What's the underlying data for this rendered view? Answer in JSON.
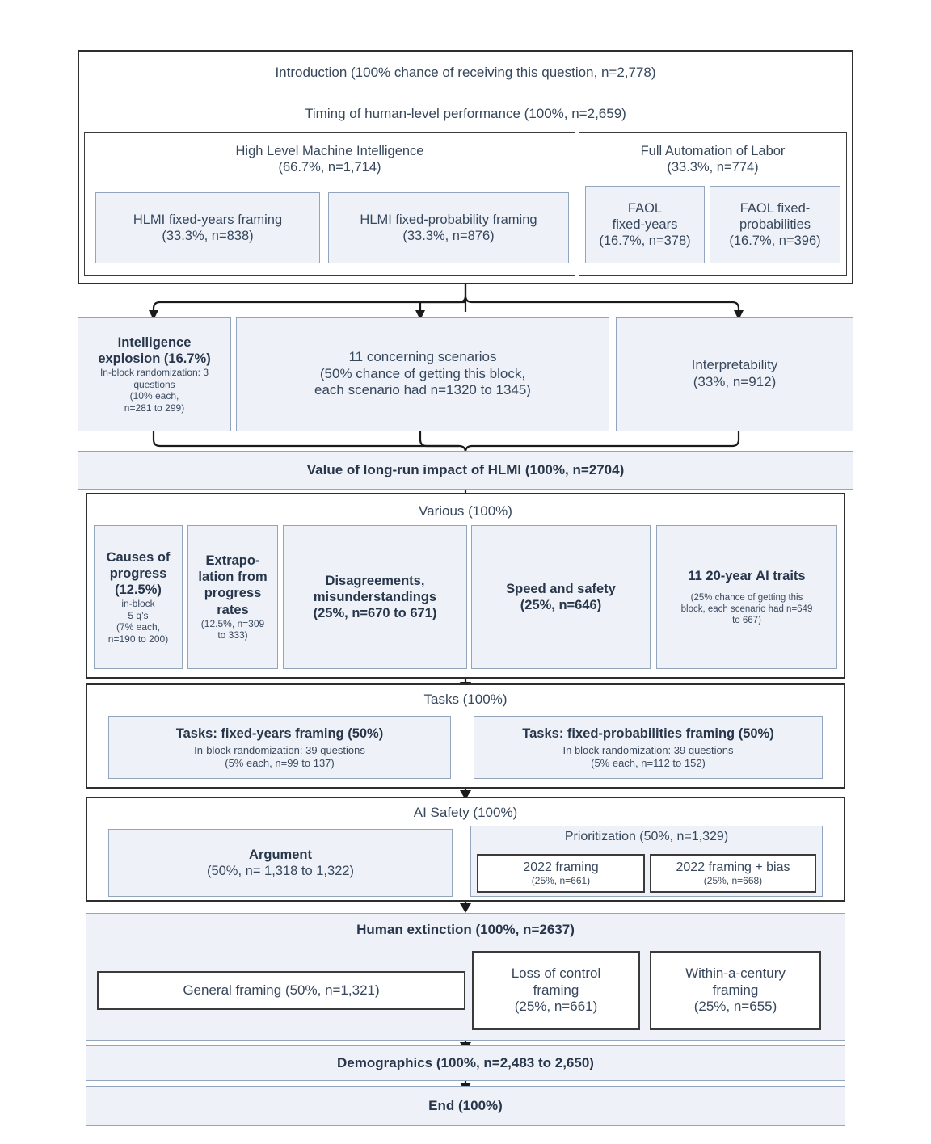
{
  "diagram": {
    "title": "Survey question flow diagram",
    "colors": {
      "leaf_fill": "#eef2f8",
      "leaf_border": "#93a5bd",
      "outer_border": "#2e2e2e",
      "text": "#2b3a4a",
      "connector": "#1a1a1a"
    }
  },
  "intro": {
    "label": "Introduction (100% chance of receiving this question, n=2,778)"
  },
  "timing": {
    "label": "Timing of human-level performance (100%, n=2,659)",
    "hlmi": {
      "line1": "High Level Machine Intelligence",
      "line2": "(66.7%, n=1,714)",
      "children": [
        {
          "line1": "HLMI fixed-years framing",
          "line2": "(33.3%, n=838)"
        },
        {
          "line1": "HLMI fixed-probability framing",
          "line2": "(33.3%, n=876)"
        }
      ]
    },
    "faol": {
      "line1": "Full Automation of Labor",
      "line2": "(33.3%, n=774)",
      "children": [
        {
          "line1": "FAOL",
          "line2": "fixed-years",
          "line3": "(16.7%, n=378)"
        },
        {
          "line1": "FAOL fixed-",
          "line2": "probabilities",
          "line3": "(16.7%, n=396)"
        }
      ]
    }
  },
  "branch_row": [
    {
      "line1": "Intelligence",
      "line2": "explosion (16.7%)",
      "sub1": "In-block randomization: 3",
      "sub2": "questions",
      "sub3": "(10% each,",
      "sub4": "n=281 to 299)"
    },
    {
      "line1": "11 concerning scenarios",
      "line2": "(50% chance of getting this block,",
      "line3": "each scenario had n=1320 to 1345)"
    },
    {
      "line1": "Interpretability",
      "line2": "(33%, n=912)"
    }
  ],
  "value_longrun": {
    "label": "Value of long-run impact of HLMI (100%, n=2704)"
  },
  "various": {
    "label": "Various (100%)",
    "children": [
      {
        "line1": "Causes of",
        "line2": "progress",
        "line3": "(12.5%)",
        "sub1": "in-block",
        "sub2": "5 q’s",
        "sub3": "(7% each,",
        "sub4": "n=190 to 200)"
      },
      {
        "line1": "Extrapo-",
        "line2": "lation from",
        "line3": "progress",
        "line4": "rates",
        "sub1": "(12.5%, n=309",
        "sub2": "to 333)"
      },
      {
        "line1": "Disagreements,",
        "line2": "misunderstandings",
        "line3": "(25%, n=670 to 671)"
      },
      {
        "line1": "Speed and safety",
        "line2": "(25%, n=646)"
      },
      {
        "line1": "11 20-year AI traits",
        "sub1": "(25% chance of getting this",
        "sub2": "block, each scenario had n=649",
        "sub3": "to 667)"
      }
    ]
  },
  "tasks": {
    "label": "Tasks (100%)",
    "children": [
      {
        "line1": "Tasks: fixed-years framing (50%)",
        "sub1": "In-block randomization: 39 questions",
        "sub2": "(5% each, n=99 to 137)"
      },
      {
        "line1": "Tasks: fixed-probabilities framing (50%)",
        "sub1": "In block randomization: 39 questions",
        "sub2": "(5% each, n=112 to 152)"
      }
    ]
  },
  "ai_safety": {
    "label": "AI Safety (100%)",
    "argument": {
      "line1": "Argument",
      "line2": "(50%, n= 1,318 to 1,322)"
    },
    "prioritization": {
      "label": "Prioritization (50%, n=1,329)",
      "children": [
        {
          "line1": "2022 framing",
          "sub1": "(25%, n=661)"
        },
        {
          "line1": "2022 framing + bias",
          "sub1": "(25%, n=668)"
        }
      ]
    }
  },
  "human_extinction": {
    "label": "Human extinction (100%, n=2637)",
    "general": {
      "line1": "General framing (50%, n=1,321)"
    },
    "children": [
      {
        "line1": "Loss of control",
        "line2": "framing",
        "line3": "(25%, n=661)"
      },
      {
        "line1": "Within-a-century",
        "line2": "framing",
        "line3": "(25%, n=655)"
      }
    ]
  },
  "demographics": {
    "label": "Demographics (100%, n=2,483 to 2,650)"
  },
  "end": {
    "label": "End (100%)"
  }
}
